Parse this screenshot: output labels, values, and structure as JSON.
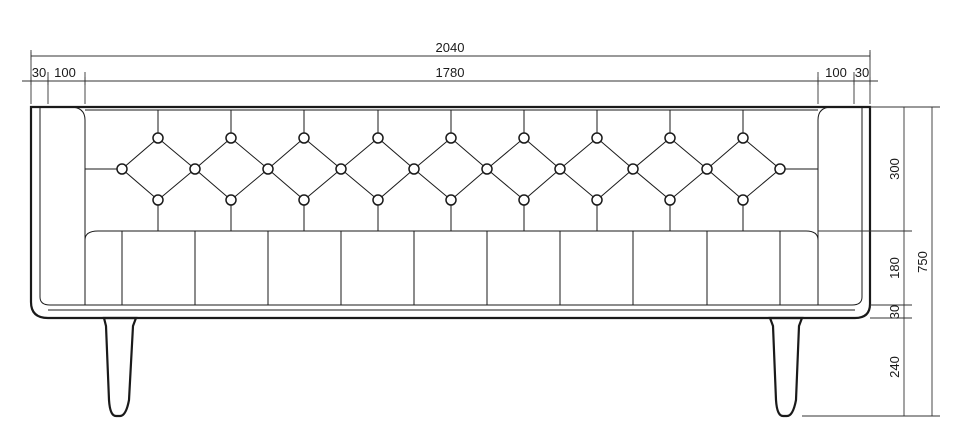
{
  "dimensions": {
    "total_width": "2040",
    "arm_left": "30",
    "arm_inner_left": "100",
    "inner_width": "1780",
    "arm_inner_right": "100",
    "arm_right": "30",
    "back_height": "300",
    "seat_height": "180",
    "base_height": "30",
    "leg_height": "240",
    "total_height": "750"
  },
  "colors": {
    "line": "#1a1a1a",
    "background": "#ffffff"
  }
}
